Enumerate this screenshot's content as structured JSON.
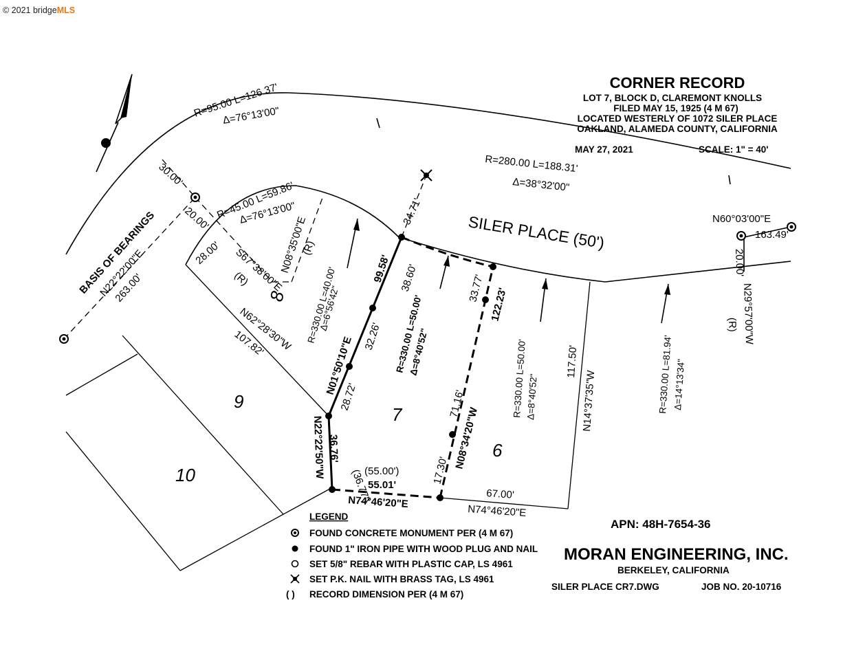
{
  "watermark": {
    "copyright": "© 2021 bridge",
    "brand": "MLS"
  },
  "title": {
    "heading": "CORNER RECORD",
    "lines": [
      "LOT 7, BLOCK D, CLAREMONT KNOLLS",
      "FILED MAY 15, 1925 (4 M 67)",
      "LOCATED WESTERLY OF 1072 SILER PLACE",
      "OAKLAND, ALAMEDA COUNTY, CALIFORNIA"
    ],
    "date": "MAY 27, 2021",
    "scale": "SCALE: 1\" = 40'"
  },
  "street": {
    "name": "SILER PLACE (50')"
  },
  "curves": {
    "outer_radius": "R=95.00  L=126.37'",
    "outer_delta": "Δ=76°13'00\"",
    "north_radius": "R=280.00  L=188.31'",
    "north_delta": "Δ=38°32'00\"",
    "inner_radius": "R=45.00  L=59.86'",
    "inner_delta": "Δ=76°13'00\"",
    "lot8_curve": "R=330.00  L=40.00'",
    "lot8_delta": "Δ=6°56'42\"",
    "lot7_curve": "R=330.00  L=50.00'",
    "lot7_delta": "Δ=8°40'52\"",
    "lot6_curve": "R=330.00  L=50.00'",
    "lot6_delta": "Δ=8°40'52\"",
    "east_curve": "R=330.00  L=81.94'",
    "east_delta": "Δ=14°13'34\""
  },
  "bearings": {
    "basis_title": "BASIS OF BEARINGS",
    "basis_bearing": "N22°22'00\"E",
    "basis_distance": "263.00'",
    "dist_30": "30.00'",
    "dist_20": "20.00'",
    "dist_28": "28.00'",
    "s67": "S67°38'00\"E",
    "record_r": "(R)",
    "n08_35": "N08°35'00\"E",
    "n62": "N62°28'30\"W",
    "n62_dist": "107.82'",
    "n01": "N01°50'10\"E",
    "d_99_58": "99.58'",
    "d_38_60": "38.60'",
    "d_32_26": "32.26'",
    "d_28_72": "28.72'",
    "d_36_77": "(36.77')",
    "d_34_71": "34.71'",
    "n22_50": "N22°22'50\"W",
    "d_36_76": "36.76'",
    "rec_55": "(55.00')",
    "d_55_01": "55.01'",
    "n74_a": "N74°46'20\"E",
    "d_17_30": "17.30'",
    "n08_34": "N08°34'20\"W",
    "d_71_16": "71.16'",
    "d_33_77": "33.77'",
    "d_122_23": "122.23'",
    "d_67": "67.00'",
    "n74_b": "N74°46'20\"E",
    "d_117_50": "117.50'",
    "n14": "N14°37'35\"W",
    "n60": "N60°03'00\"E",
    "d_163_49": "163.49'",
    "d_20_east": "20.00'",
    "n29": "N29°57'00\"W"
  },
  "lots": {
    "lot6": "6",
    "lot7": "7",
    "lot8": "8",
    "lot9": "9",
    "lot10": "10"
  },
  "legend": {
    "title": "LEGEND",
    "items": [
      "FOUND CONCRETE MONUMENT PER (4 M 67)",
      "FOUND 1\" IRON PIPE WITH WOOD PLUG AND NAIL",
      "SET 5/8\" REBAR WITH PLASTIC CAP, LS 4961",
      "SET P.K. NAIL WITH BRASS TAG, LS 4961",
      "RECORD DIMENSION PER (4 M 67)"
    ],
    "paren_symbol": "(  )"
  },
  "footer": {
    "apn": "APN:  48H-7654-36",
    "company": "MORAN ENGINEERING, INC.",
    "city": "BERKELEY, CALIFORNIA",
    "drawing": "SILER PLACE CR7.DWG",
    "job": "JOB NO. 20-10716"
  }
}
